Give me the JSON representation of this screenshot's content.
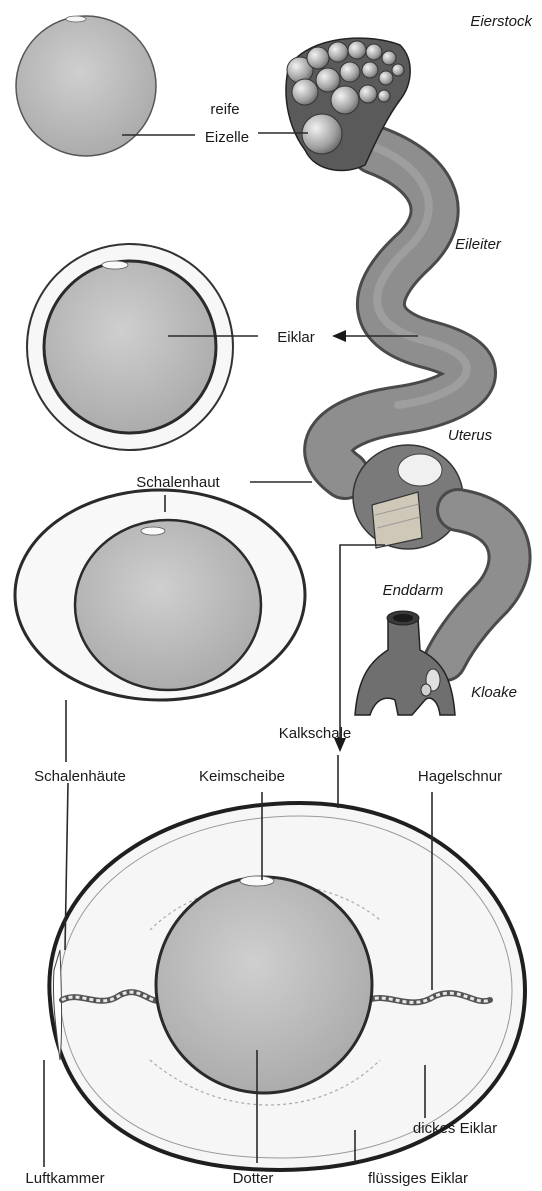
{
  "labels": {
    "eierstock": "Eierstock",
    "reife": "reife",
    "eizelle": "Eizelle",
    "eileiter": "Eileiter",
    "eiklar": "Eiklar",
    "uterus": "Uterus",
    "schalenhaut": "Schalenhaut",
    "enddarm": "Enddarm",
    "kloake": "Kloake",
    "kalkschale": "Kalkschale",
    "schalenhaeute": "Schalenhäute",
    "keimscheibe": "Keimscheibe",
    "hagelschnur": "Hagelschnur",
    "dickes_eiklar": "dickes Eiklar",
    "luftkammer": "Luftkammer",
    "dotter": "Dotter",
    "fluessiges_eiklar": "flüssiges Eiklar"
  },
  "colors": {
    "yolk": "#b9b9b9",
    "yolk_outline": "#3a3a3a",
    "white": "#f4f4f4",
    "shell": "#2b2b2b",
    "tube": "#8a8a8a",
    "tube_dark": "#5a5a5a",
    "text": "#1a1a1a"
  }
}
